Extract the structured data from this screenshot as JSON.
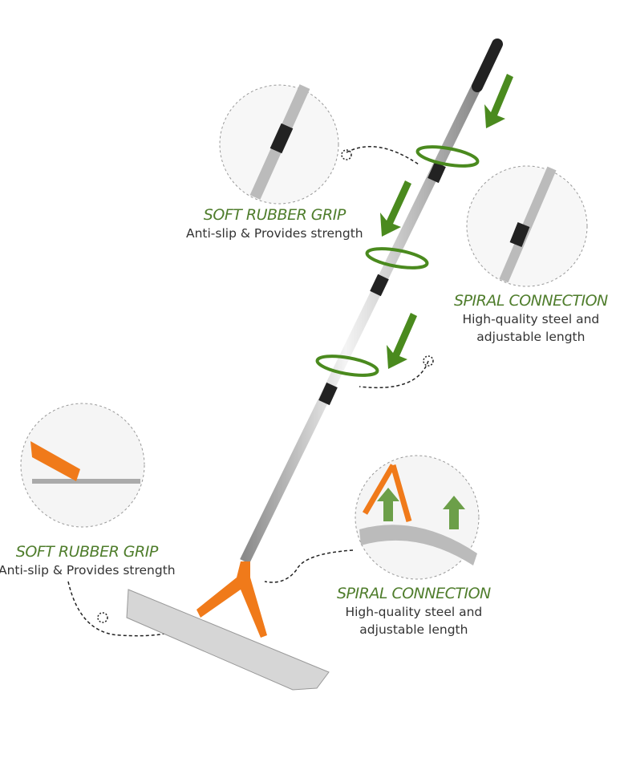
{
  "callouts": [
    {
      "title": "SOFT RUBBER GRIP",
      "lines": [
        "Anti-slip & Provides strength"
      ]
    },
    {
      "title": "SPIRAL CONNECTION",
      "lines": [
        "High-quality steel and",
        "adjustable length"
      ]
    },
    {
      "title": "SOFT RUBBER GRIP",
      "lines": [
        "Anti-slip & Provides strength"
      ]
    },
    {
      "title": "SPIRAL CONNECTION",
      "lines": [
        "High-quality steel and",
        "adjustable length"
      ]
    }
  ],
  "colors": {
    "accent_green": "#4f7d2c",
    "arrow_green": "#4a8a1e",
    "orange": "#f07a1a",
    "steel": "#c9c9c9"
  }
}
